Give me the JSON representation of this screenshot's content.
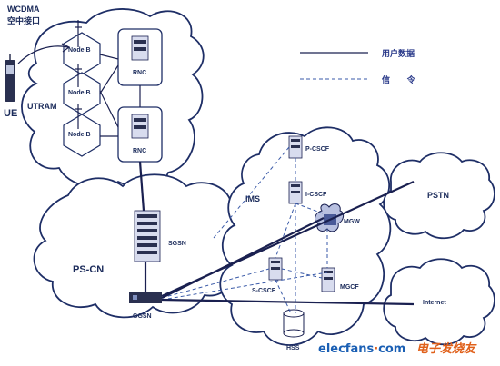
{
  "air_interface": {
    "line1": "WCDMA",
    "line2": "空中接口"
  },
  "ue": "UE",
  "utran": "UTRAM",
  "node_b": [
    "Node B",
    "Node B",
    "Node B"
  ],
  "rnc": [
    "RNC",
    "RNC"
  ],
  "legend": {
    "user_data": "用户数据",
    "signaling": "信      令"
  },
  "ims": {
    "title": "IMS",
    "p_cscf": "P-CSCF",
    "i_cscf": "I-CSCF",
    "s_cscf": "S-CSCF",
    "mgw": "MGW",
    "mgcf": "MGCF",
    "hss": "HSS"
  },
  "ps_cn": {
    "title": "PS-CN",
    "sgsn": "SGSN",
    "ggsn": "GGSN"
  },
  "pstn": "PSTN",
  "internet": "Internet",
  "watermark": {
    "site": "elecfans",
    "dot": "·",
    "tld": "com",
    "cn": "电子发烧友"
  },
  "colors": {
    "line": "#1e2e66",
    "watermark_blue": "#1a5fb4",
    "watermark_orange": "#e0601a"
  }
}
